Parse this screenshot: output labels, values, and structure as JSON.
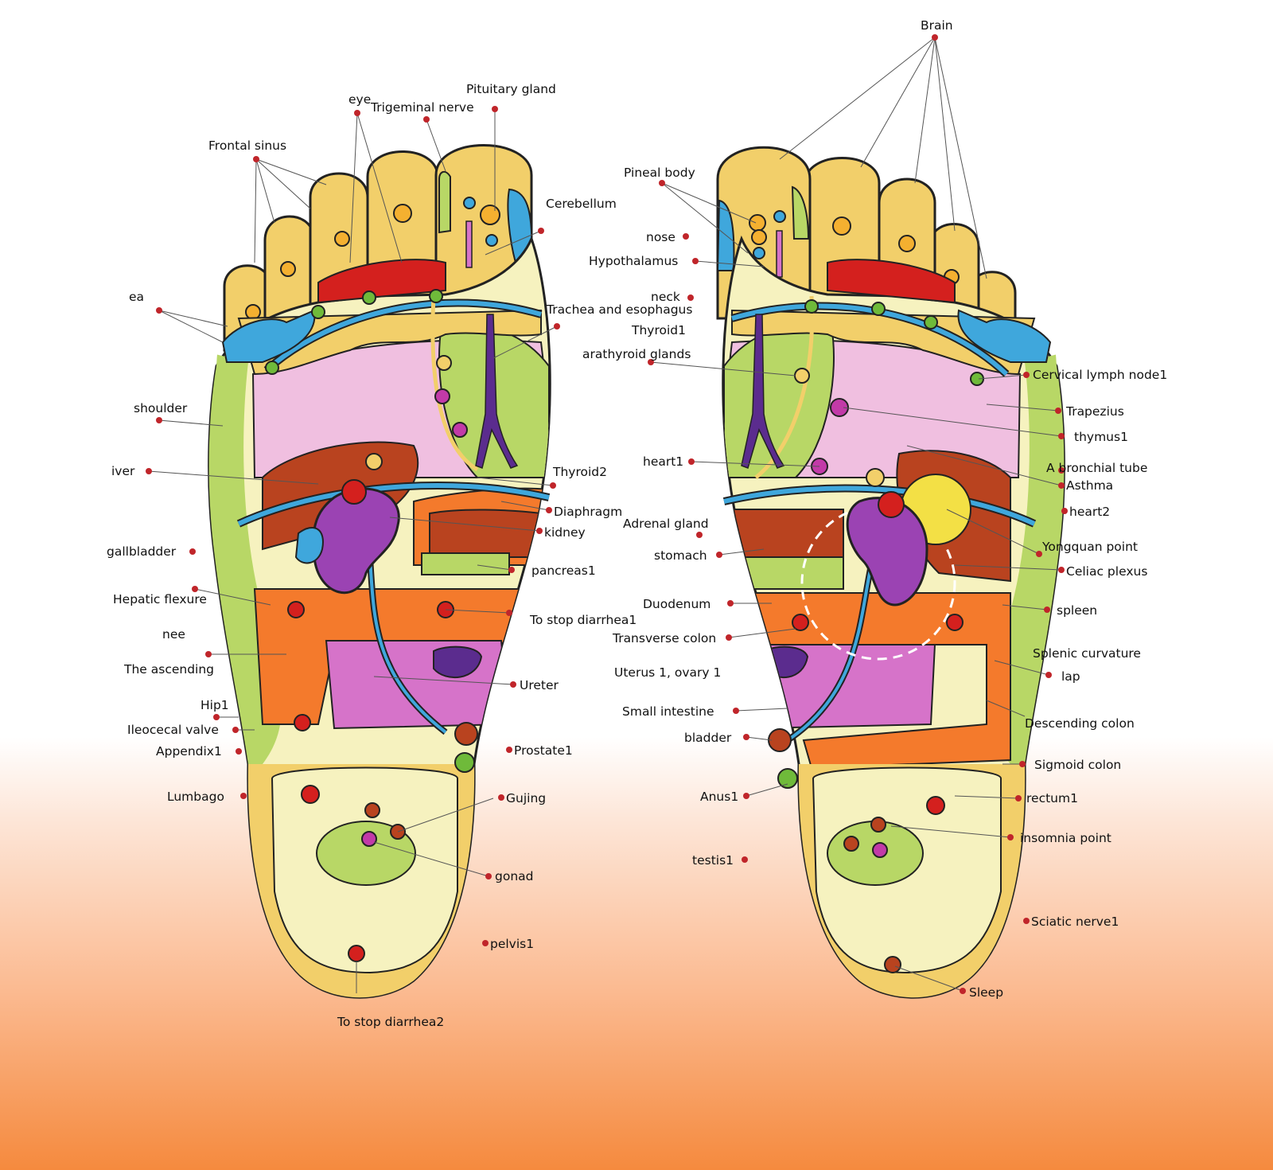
{
  "colors": {
    "foot_base": "#f6f2bf",
    "border_lime": "#b8d766",
    "toe_yellow": "#f2cf6a",
    "orange": "#f47a2c",
    "pink": "#f0bfe0",
    "magenta": "#d673c9",
    "purple": "#9b43b3",
    "blue": "#3fa7dc",
    "red": "#d4201e",
    "brown": "#b9431f",
    "dark_purple": "#5b2c8e",
    "label_dot": "#c0252a"
  },
  "left_foot": {
    "labels": [
      "Pituitary gland",
      "eye",
      "Trigeminal nerve",
      "Frontal sinus",
      "Cerebellum",
      "ea",
      "Trachea and esophagus",
      "shoulder",
      "iver",
      "Thyroid2",
      "Diaphragm",
      "kidney",
      "gallbladder",
      "pancreas1",
      "Hepatic flexure",
      "To stop diarrhea1",
      "nee",
      "The ascending",
      "Ureter",
      "Hip1",
      "Ileocecal valve",
      "Appendix1",
      "Prostate1",
      "Lumbago",
      "Gujing",
      "gonad",
      "pelvis1",
      "To stop diarrhea2"
    ]
  },
  "right_foot": {
    "labels": [
      "Brain",
      "Pineal body",
      "nose",
      "Hypothalamus",
      "neck",
      "Thyroid1",
      "arathyroid glands",
      "Cervical lymph node1",
      "Trapezius",
      "thymus1",
      "heart1",
      "A bronchial tube",
      "Asthma",
      "heart2",
      "Adrenal gland",
      "stomach",
      "Yongquan point",
      "Celiac plexus",
      "Duodenum",
      "spleen",
      "Transverse colon",
      "Splenic curvature",
      "Uterus 1, ovary 1",
      "lap",
      "Small intestine",
      "Descending colon",
      "bladder",
      "Sigmoid colon",
      "Anus1",
      "rectum1",
      "insomnia point",
      "testis1",
      "Sciatic nerve1",
      "Sleep"
    ]
  }
}
